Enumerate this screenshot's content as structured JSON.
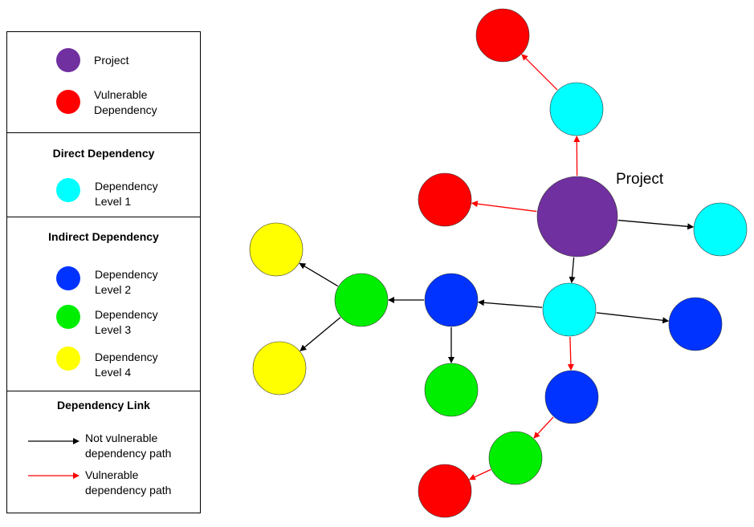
{
  "legend": {
    "nodes": [
      {
        "label": "Project",
        "color": "#7030a0"
      },
      {
        "label_1": "Vulnerable",
        "label_2": "Dependency",
        "color": "#ff0000"
      }
    ],
    "direct": {
      "title": "Direct Dependency",
      "items": [
        {
          "label_1": "Dependency",
          "label_2": "Level 1",
          "color": "#00ffff"
        }
      ]
    },
    "indirect": {
      "title": "Indirect Dependency",
      "items": [
        {
          "label_1": "Dependency",
          "label_2": "Level 2",
          "color": "#0033ff"
        },
        {
          "label_1": "Dependency",
          "label_2": "Level 3",
          "color": "#00ee00"
        },
        {
          "label_1": "Dependency",
          "label_2": "Level 4",
          "color": "#ffff00"
        }
      ]
    },
    "links": {
      "title": "Dependency Link",
      "items": [
        {
          "label_1": "Not vulnerable",
          "label_2": "dependency path",
          "color": "#000000"
        },
        {
          "label_1": "Vulnerable",
          "label_2": "dependency path",
          "color": "#ff0000"
        }
      ]
    }
  },
  "diagram": {
    "project_label": "Project",
    "nodes": [
      {
        "id": "project",
        "level": "project"
      },
      {
        "id": "l1-top",
        "level": "level1"
      },
      {
        "id": "vuln-top",
        "level": "vulnerable"
      },
      {
        "id": "vuln-left",
        "level": "vulnerable"
      },
      {
        "id": "l1-right",
        "level": "level1"
      },
      {
        "id": "l1-center",
        "level": "level1"
      },
      {
        "id": "l2-right",
        "level": "level2"
      },
      {
        "id": "l2-bottom",
        "level": "level2"
      },
      {
        "id": "l3-bottom",
        "level": "level3"
      },
      {
        "id": "vuln-bottom",
        "level": "vulnerable"
      },
      {
        "id": "l2-mid",
        "level": "level2"
      },
      {
        "id": "l3-mid",
        "level": "level3"
      },
      {
        "id": "l3-left",
        "level": "level3"
      },
      {
        "id": "l4-top",
        "level": "level4"
      },
      {
        "id": "l4-bottom",
        "level": "level4"
      }
    ],
    "edges": [
      {
        "from": "project",
        "to": "l1-top",
        "vulnerable": true
      },
      {
        "from": "l1-top",
        "to": "vuln-top",
        "vulnerable": true
      },
      {
        "from": "project",
        "to": "vuln-left",
        "vulnerable": true
      },
      {
        "from": "project",
        "to": "l1-right",
        "vulnerable": false
      },
      {
        "from": "project",
        "to": "l1-center",
        "vulnerable": false
      },
      {
        "from": "l1-center",
        "to": "l2-right",
        "vulnerable": false
      },
      {
        "from": "l1-center",
        "to": "l2-mid",
        "vulnerable": false
      },
      {
        "from": "l1-center",
        "to": "l2-bottom",
        "vulnerable": true
      },
      {
        "from": "l2-bottom",
        "to": "l3-bottom",
        "vulnerable": true
      },
      {
        "from": "l3-bottom",
        "to": "vuln-bottom",
        "vulnerable": true
      },
      {
        "from": "l2-mid",
        "to": "l3-mid",
        "vulnerable": false
      },
      {
        "from": "l2-mid",
        "to": "l3-left",
        "vulnerable": false
      },
      {
        "from": "l3-left",
        "to": "l4-top",
        "vulnerable": false
      },
      {
        "from": "l3-left",
        "to": "l4-bottom",
        "vulnerable": false
      }
    ],
    "colors": {
      "project": "#7030a0",
      "vulnerable": "#ff0000",
      "level1": "#00ffff",
      "level2": "#0033ff",
      "level3": "#00ee00",
      "level4": "#ffff00",
      "link": "#000000",
      "vuln_link": "#ff0000"
    }
  }
}
